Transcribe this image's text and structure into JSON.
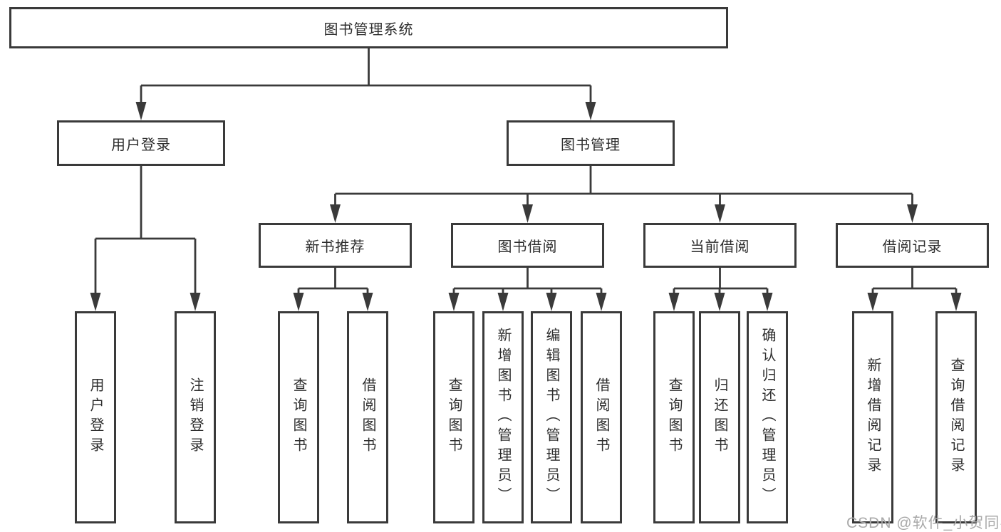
{
  "colors": {
    "line": "#3a3a3a",
    "box_border": "#3a3a3a",
    "text": "#2e2e2e",
    "watermark": "#a9a9a9",
    "background": "#ffffff"
  },
  "watermark": {
    "text": "CSDN @软件_小贺同学"
  },
  "diagram": {
    "root": {
      "label": "图书管理系统"
    },
    "branches": [
      {
        "label": "用户登录",
        "leaves": [
          {
            "label": "用户登录"
          },
          {
            "label": "注销登录"
          }
        ]
      },
      {
        "label": "图书管理",
        "groups": [
          {
            "label": "新书推荐",
            "leaves": [
              {
                "label": "查询图书"
              },
              {
                "label": "借阅图书"
              }
            ]
          },
          {
            "label": "图书借阅",
            "leaves": [
              {
                "label": "查询图书"
              },
              {
                "label": "新增图书（管理员）"
              },
              {
                "label": "编辑图书（管理员）"
              },
              {
                "label": "借阅图书"
              }
            ]
          },
          {
            "label": "当前借阅",
            "leaves": [
              {
                "label": "查询图书"
              },
              {
                "label": "归还图书"
              },
              {
                "label": "确认归还（管理员）"
              }
            ]
          },
          {
            "label": "借阅记录",
            "leaves": [
              {
                "label": "新增借阅记录"
              },
              {
                "label": "查询借阅记录"
              }
            ]
          }
        ]
      }
    ]
  }
}
